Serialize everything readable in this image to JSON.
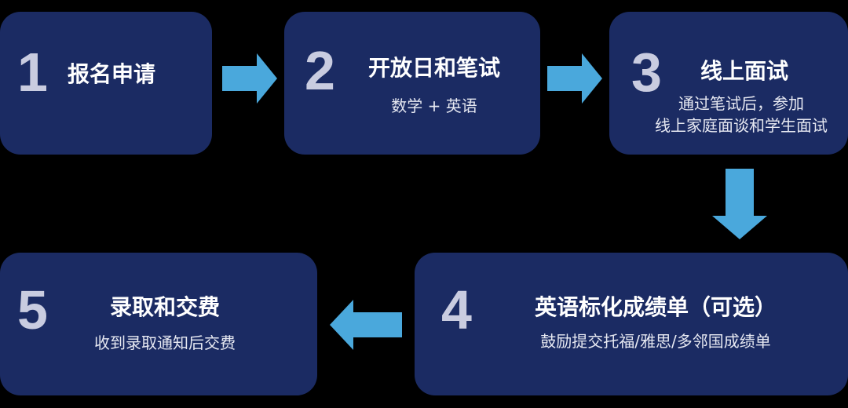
{
  "steps": [
    {
      "number": "1",
      "title": "报名申请",
      "subtitle_lines": []
    },
    {
      "number": "2",
      "title": "开放日和笔试",
      "subtitle_lines": [
        "数学 + 英语"
      ]
    },
    {
      "number": "3",
      "title": "线上面试",
      "subtitle_lines": [
        "通过笔试后，参加",
        "线上家庭面谈和学生面试"
      ]
    },
    {
      "number": "4",
      "title": "英语标化成绩单（可选）",
      "subtitle_lines": [
        "鼓励提交托福/雅思/多邻国成绩单"
      ]
    },
    {
      "number": "5",
      "title": "录取和交费",
      "subtitle_lines": [
        "收到录取通知后交费"
      ]
    }
  ],
  "colors": {
    "background": "#000000",
    "card": "#1b2b63",
    "number": "#c9cce0",
    "arrow": "#4aa8dc"
  },
  "icons": {
    "arrow_1_2": "arrow-right-icon",
    "arrow_2_3": "arrow-right-icon",
    "arrow_3_4": "arrow-down-icon",
    "arrow_4_5": "arrow-left-icon"
  }
}
